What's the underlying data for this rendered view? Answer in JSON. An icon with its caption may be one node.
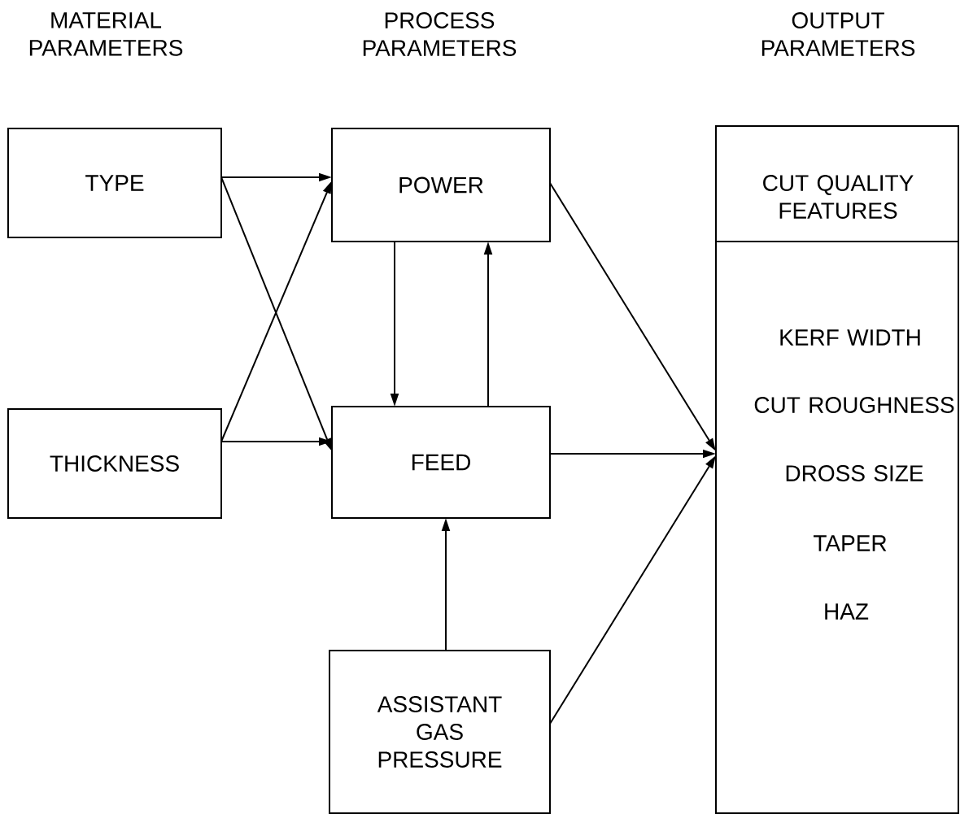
{
  "diagram": {
    "nodes": [
      {
        "text": [
          "TYPE"
        ]
      },
      {
        "text": [
          "THICKNESS"
        ]
      },
      {
        "text": [
          "POWER"
        ]
      },
      {
        "text": [
          "FEED"
        ]
      },
      {
        "text": [
          "ASSISTANT GAS PRESSURE"
        ]
      },
      {
        "text": [
          "CUT QUALITY FEATURES",
          "KERF WIDTH",
          "CUT ROUGHNESS",
          "DROSS SIZE",
          "TAPER",
          "HAZ"
        ]
      }
    ],
    "edges": [
      {
        "from": 0,
        "to": 2,
        "arrow": "to"
      },
      {
        "from": 0,
        "to": 3,
        "arrow": "to"
      },
      {
        "from": 1,
        "to": 2,
        "arrow": "to"
      },
      {
        "from": 1,
        "to": 3,
        "arrow": "to"
      },
      {
        "from": 2,
        "to": 3,
        "arrow": "to"
      },
      {
        "from": 3,
        "to": 2,
        "arrow": "to"
      },
      {
        "from": 2,
        "to": 5,
        "arrow": "to"
      },
      {
        "from": 3,
        "to": 5,
        "arrow": "to"
      },
      {
        "from": 4,
        "to": 3,
        "arrow": "to"
      },
      {
        "from": 4,
        "to": 5,
        "arrow": "to"
      }
    ],
    "labels": [
      "MATERIAL PARAMETERS",
      "PROCESS PARAMETERS",
      "OUTPUT PARAMETERS"
    ]
  }
}
